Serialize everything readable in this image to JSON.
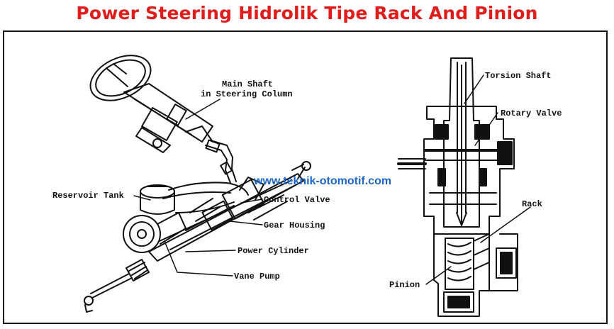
{
  "title": "Power Steering Hidrolik Tipe Rack And Pinion",
  "watermark": "www.teknik-otomotif.com",
  "colors": {
    "title": "#e21b1b",
    "watermark": "#1e66c8",
    "line": "#111111"
  },
  "left_labels": {
    "main_shaft_1": "Main Shaft",
    "main_shaft_2": "in Steering Column",
    "reservoir": "Reservoir Tank",
    "control_valve": "Control Valve",
    "gear_housing": "Gear Housing",
    "power_cylinder": "Power Cylinder",
    "vane_pump": "Vane Pump"
  },
  "right_labels": {
    "torsion_shaft": "Torsion Shaft",
    "rotary_valve": "Rotary Valve",
    "rack": "Rack",
    "pinion": "Pinion"
  }
}
